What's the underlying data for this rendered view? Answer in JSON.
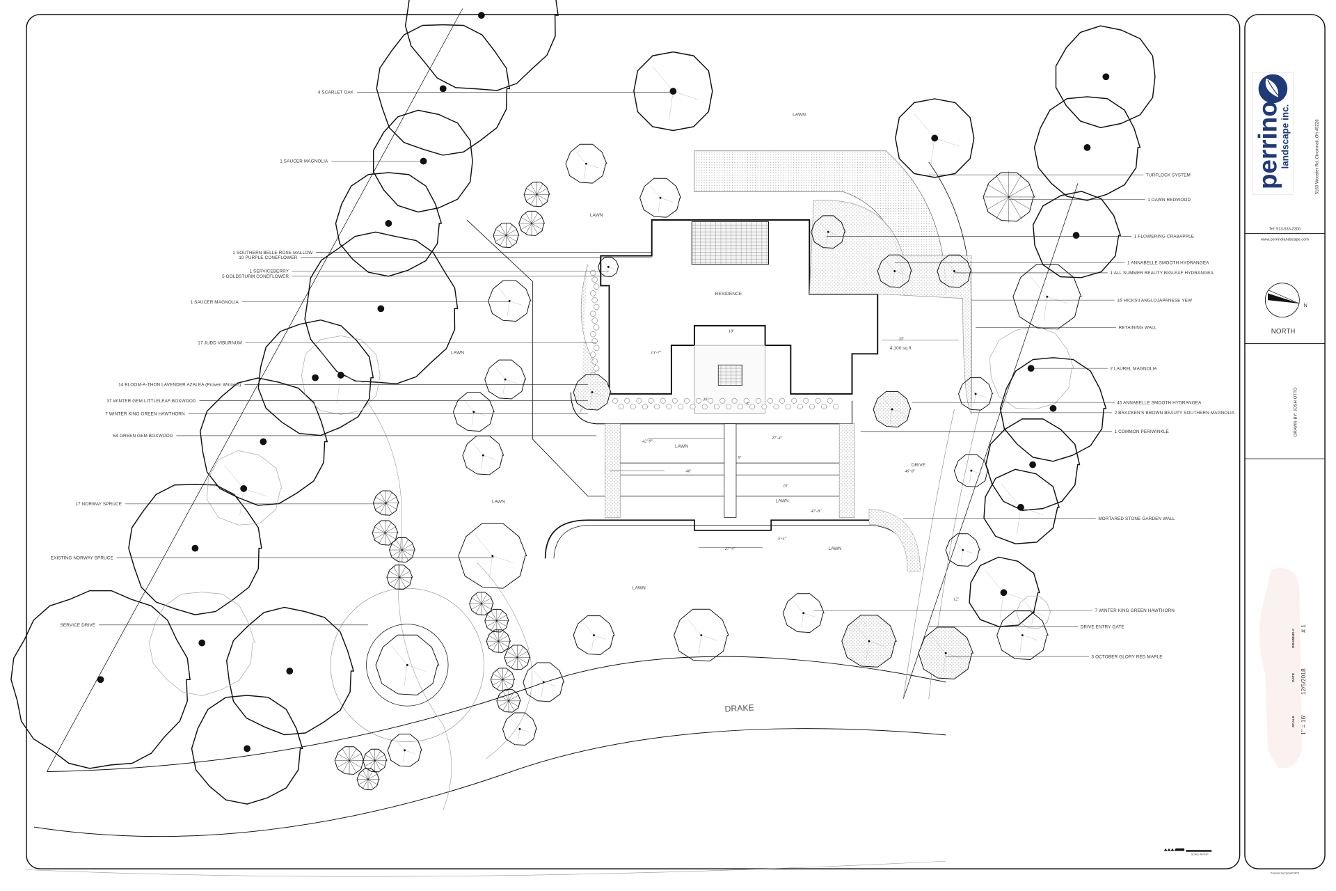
{
  "plan": {
    "left_labels": [
      "4 SCARLET OAK",
      "1 SAUCER MAGNOLIA",
      "1 SOUTHERN BELLE ROSE MALLOW",
      "10 PURPLE CONEFLOWER",
      "1 SERVICEBERRY",
      "5 GOLDSTURM CONEFLOWER",
      "1 SAUCER MAGNOLIA",
      "17 JUDD VIBURNUM",
      "14 BLOOM-A-THON LAVENDER AZALEA (Proven Winners)",
      "37 WINTER GEM LITTLELEAF BOXWOOD",
      "7 WINTER KING GREEN HAWTHORN",
      "64 GREEN GEM BOXWOOD",
      "17 NORWAY SPRUCE",
      "EXISTING NORWAY SPRUCE",
      "SERVICE DRIVE"
    ],
    "right_labels": [
      "TURFLOCK SYSTEM",
      "1 DAWN REDWOOD",
      "1 FLOWERING CRABAPPLE",
      "1 ANNABELLE SMOOTH HYDRANGEA",
      "1 ALL SUMMER BEAUTY BIGLEAF HYDRANGEA",
      "16 HICKSII ANGLOJAPANESE YEW",
      "RETAINING WALL",
      "2 LAUREL MAGNOLIA",
      "45 ANNABELLE SMOOTH HYDRANGEA",
      "2 BRACKEN'S BROWN BEAUTY SOUTHERN MAGNOLIA",
      "1 COMMON PERIWINKLE",
      "MORTARED STONE GARDEN WALL",
      "7 WINTER KING GREEN HAWTHORN",
      "DRIVE ENTRY GATE",
      "3 OCTOBER GLORY RED MAPLE"
    ],
    "areas": {
      "lawn": "LAWN",
      "residence": "RESIDENCE",
      "drive": "DRIVE",
      "street": "DRAKE",
      "area_sqft": "4,100 sq ft"
    },
    "dimensions": [
      "35'",
      "30'",
      "40'",
      "42'-9\"",
      "27'-4\"",
      "27'-4\"",
      "47'-8\"",
      "46'-8\"",
      "18'",
      "13'-7\"",
      "5'",
      "9'",
      "10'",
      "12'",
      "5'-4\""
    ],
    "scale_bar_label": "SCALE IN FEET"
  },
  "title_block": {
    "company_name": "perrino",
    "company_sub": "landscape inc.",
    "address": "5163 Wooster Rd, Cincinnati, Oh 45226",
    "phone": "Tel: 513-533-2300",
    "website": "www.perrinolandscape.com",
    "north_label": "NORTH",
    "north_letter": "N",
    "drawn_by": "DRAWN BY: JOSH OTTO",
    "scale_label": "SCALE",
    "scale_value": "1\" = 16'",
    "date_label": "DATE",
    "date_value": "12/5/2018",
    "drawing_label": "DRAWING #",
    "drawing_value": "# 1",
    "software_note": "Powered by DynaSCAPE"
  },
  "colors": {
    "brand_blue": "#1f3a78",
    "line": "#111111",
    "light_line": "#b0b0b0"
  }
}
